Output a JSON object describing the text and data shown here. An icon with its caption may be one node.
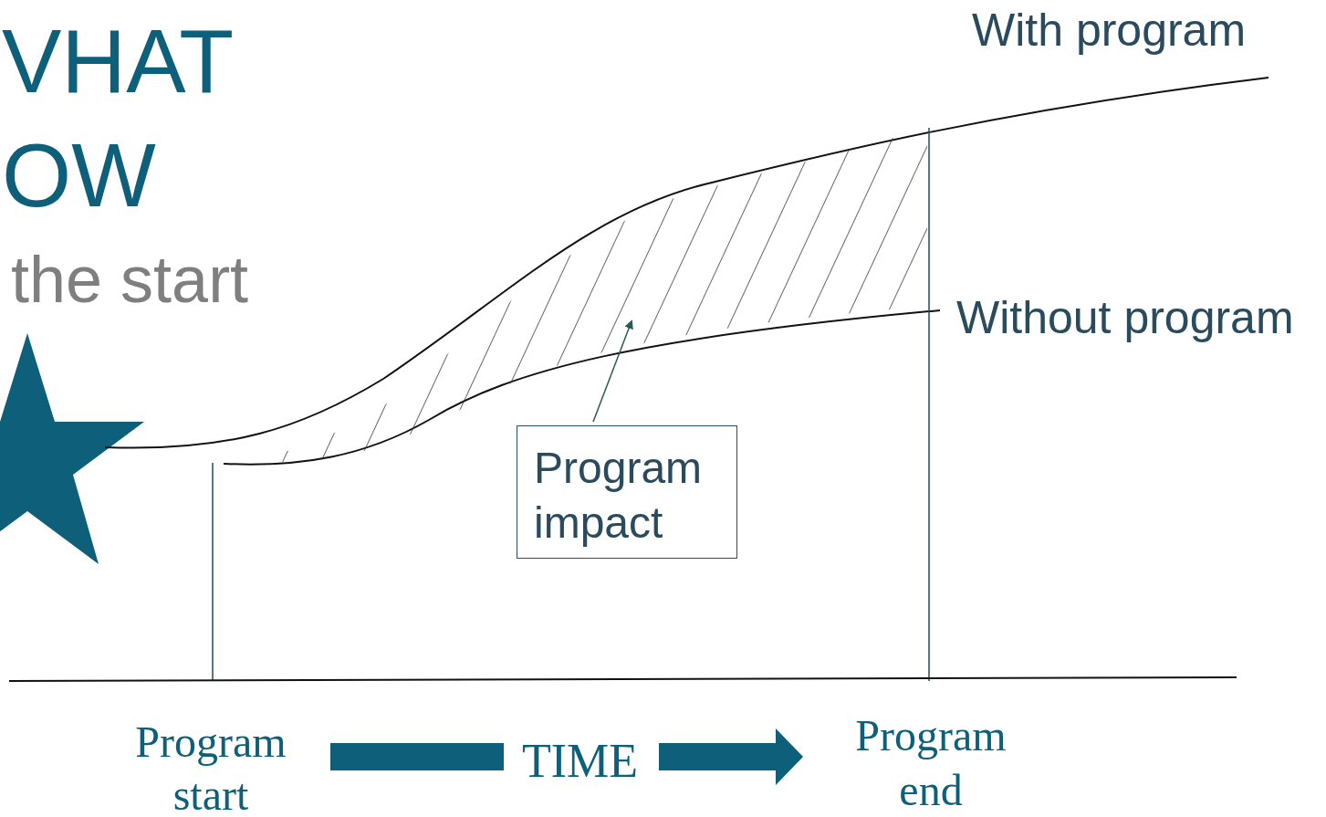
{
  "diagram": {
    "nodes": [
      {
        "text": [
          "Program impact"
        ]
      },
      {
        "text": [],
        "shape": "area"
      }
    ],
    "edges": [
      {
        "from": 0,
        "to": 1,
        "arrow": "to"
      }
    ],
    "labels": [
      "VHAT",
      "OW",
      "the start",
      "With program",
      "Without program",
      "Program start",
      "TIME",
      "Program end"
    ]
  }
}
